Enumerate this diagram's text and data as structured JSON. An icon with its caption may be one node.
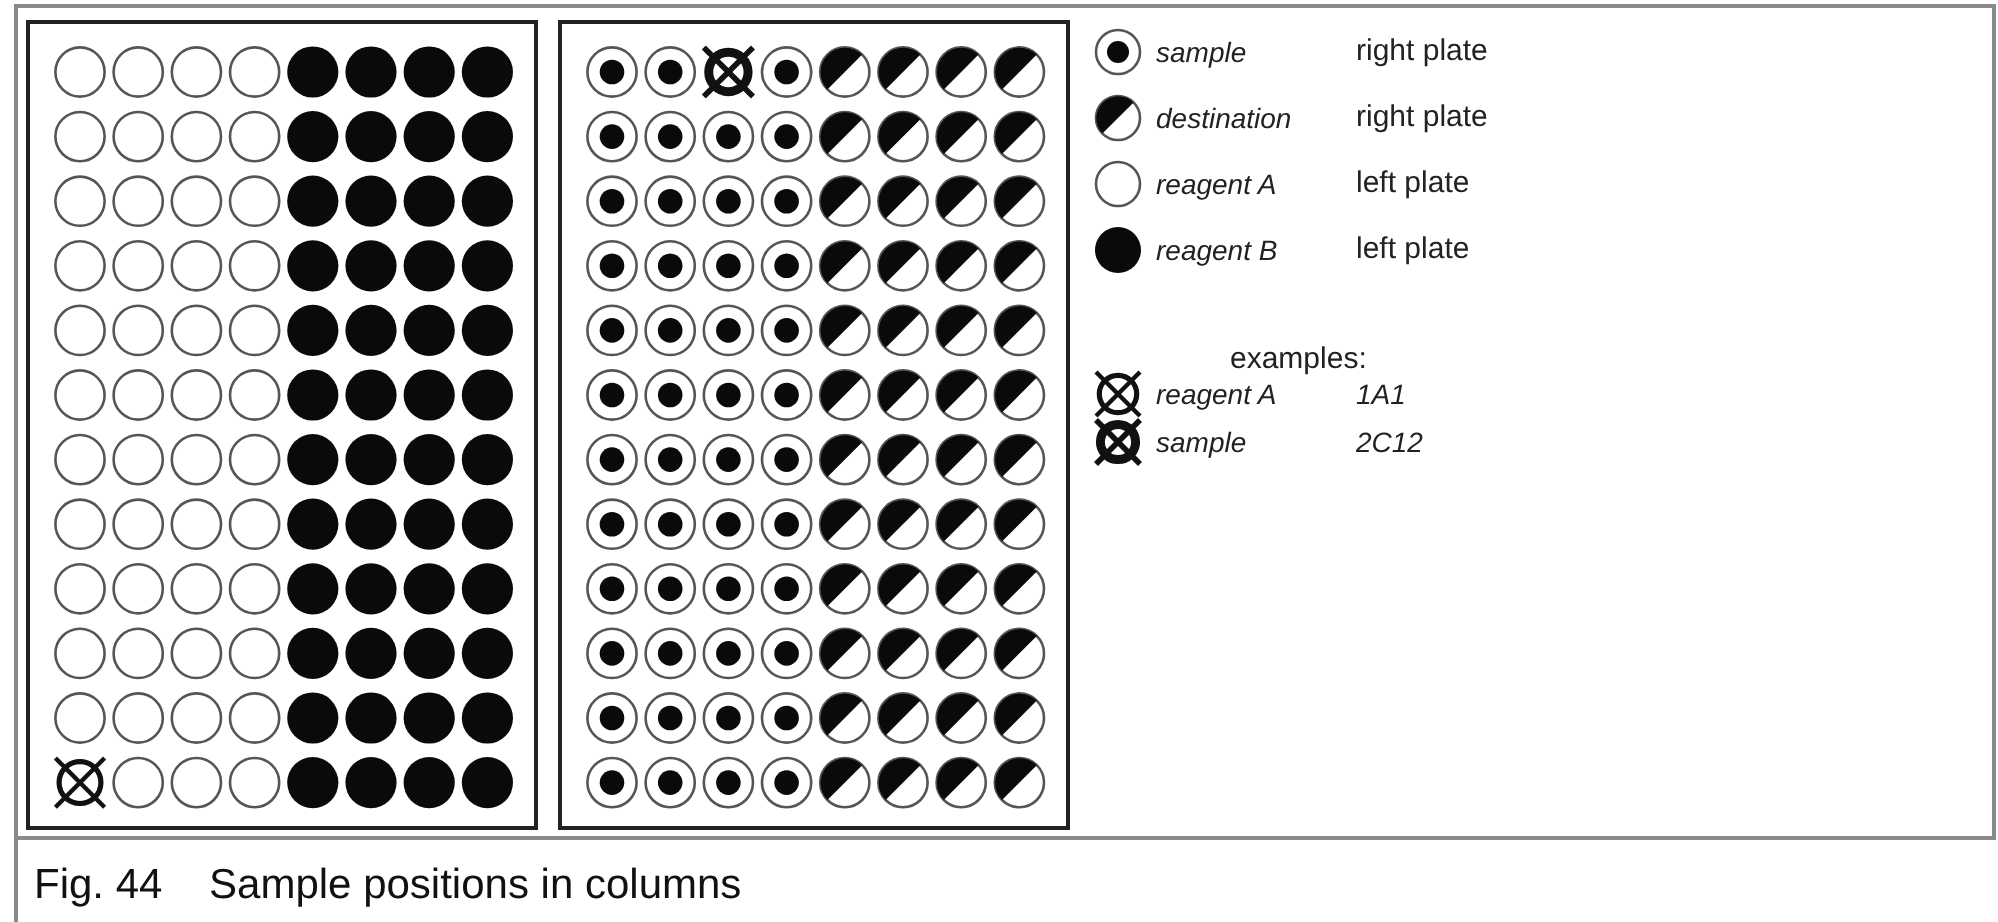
{
  "diagram": {
    "caption": "Fig. 44    Sample positions in columns",
    "labels": [
      "right plate",
      "right plate",
      "left plate",
      "left plate",
      "examples:",
      "1A1",
      "2C12"
    ],
    "legend": [
      {
        "text": "sample"
      },
      {
        "text": "destination"
      },
      {
        "text": "reagent A"
      },
      {
        "text": "reagent B"
      },
      {
        "text": "reagent A"
      },
      {
        "text": "sample"
      }
    ]
  }
}
